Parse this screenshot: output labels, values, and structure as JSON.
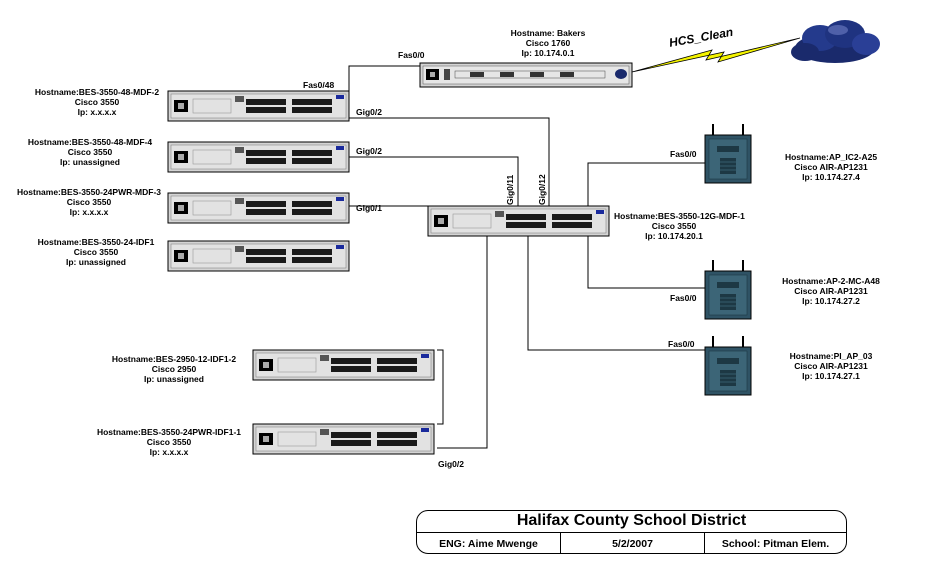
{
  "router": {
    "hostname": "Hostname: Bakers",
    "model": "Cisco 1760",
    "ip": "Ip: 10.174.0.1"
  },
  "wan_link": "HCS_Clean",
  "switches": [
    {
      "id": "mdf2",
      "hostname": "Hostname:BES-3550-48-MDF-2",
      "model": "Cisco 3550",
      "ip": "Ip: x.x.x.x"
    },
    {
      "id": "mdf4",
      "hostname": "Hostname:BES-3550-48-MDF-4",
      "model": "Cisco 3550",
      "ip": "Ip: unassigned"
    },
    {
      "id": "mdf3",
      "hostname": "Hostname:BES-3550-24PWR-MDF-3",
      "model": "Cisco 3550",
      "ip": "Ip: x.x.x.x"
    },
    {
      "id": "idf1",
      "hostname": "Hostname:BES-3550-24-IDF1",
      "model": "Cisco 3550",
      "ip": "Ip: unassigned"
    },
    {
      "id": "core",
      "hostname": "Hostname:BES-3550-12G-MDF-1",
      "model": "Cisco 3550",
      "ip": "Ip: 10.174.20.1"
    },
    {
      "id": "idf12",
      "hostname": "Hostname:BES-2950-12-IDF1-2",
      "model": "Cisco 2950",
      "ip": "Ip: unassigned"
    },
    {
      "id": "idf11",
      "hostname": "Hostname:BES-3550-24PWR-IDF1-1",
      "model": "Cisco 3550",
      "ip": "Ip: x.x.x.x"
    }
  ],
  "access_points": [
    {
      "id": "ap1",
      "hostname": "Hostname:AP_IC2-A25",
      "model": "Cisco AIR-AP1231",
      "ip": "Ip: 10.174.27.4"
    },
    {
      "id": "ap2",
      "hostname": "Hostname:AP-2-MC-A48",
      "model": "Cisco AIR-AP1231",
      "ip": "Ip: 10.174.27.2"
    },
    {
      "id": "ap3",
      "hostname": "Hostname:PI_AP_03",
      "model": "Cisco AIR-AP1231",
      "ip": "Ip: 10.174.27.1"
    }
  ],
  "ports": {
    "router_fas": "Fas0/0",
    "mdf2_fas48": "Fas0/48",
    "mdf2_gig": "Gig0/2",
    "mdf4_gig": "Gig0/2",
    "mdf3_gig": "Gig0/1",
    "core_gig11": "Gig0/11",
    "core_gig12": "Gig0/12",
    "ap1_fas": "Fas0/0",
    "ap2_fas": "Fas0/0",
    "ap3_fas": "Fas0/0",
    "idf_gig": "Gig0/2"
  },
  "title_block": {
    "title": "Halifax County School District",
    "engineer": "ENG: Aime Mwenge",
    "date": "5/2/2007",
    "school": "School: Pitman Elem."
  },
  "colors": {
    "device_body": "#d4d4d4",
    "device_dark": "#2a2a2a",
    "ap_body": "#2f5365",
    "cloud": "#1a2a6c",
    "lightning": "#f4f400"
  }
}
